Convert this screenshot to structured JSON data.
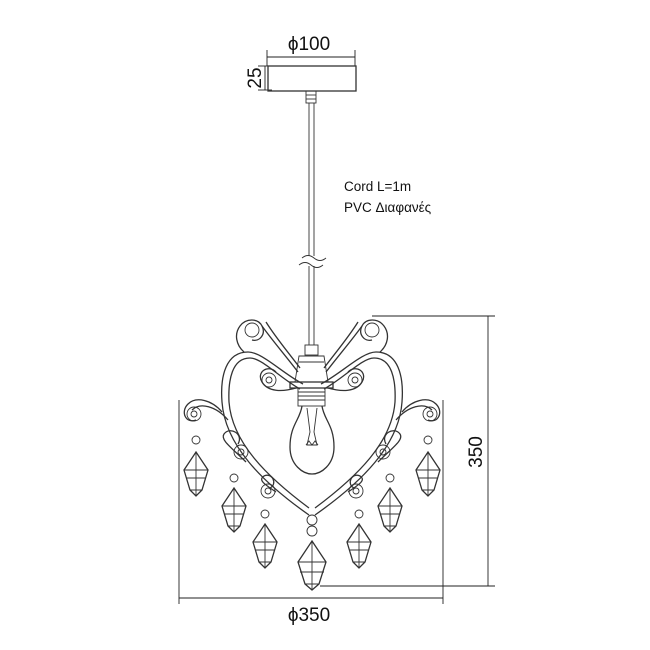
{
  "dimensions": {
    "canopy_diameter": "ϕ100",
    "canopy_height": "25",
    "fixture_height": "350",
    "fixture_diameter": "ϕ350"
  },
  "notes": {
    "cord_length": "Cord L=1m",
    "cord_material": "PVC Διαφανές"
  },
  "colors": {
    "line": "#333333",
    "background": "#ffffff"
  }
}
